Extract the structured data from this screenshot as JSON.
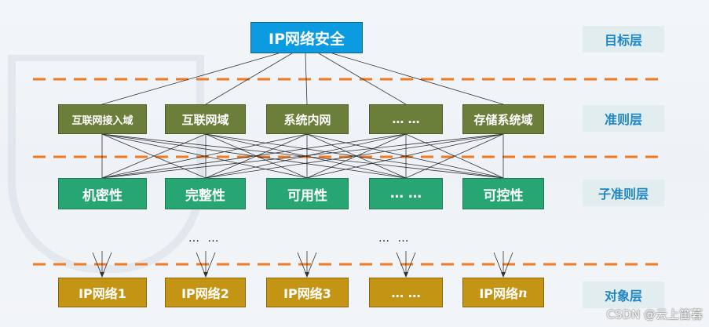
{
  "goal": {
    "label": "IP网络安全"
  },
  "criteria": [
    "互联网接入域",
    "互联网域",
    "系统内网",
    "… …",
    "存储系统域"
  ],
  "sub_criteria": [
    "机密性",
    "完整性",
    "可用性",
    "… …",
    "可控性"
  ],
  "objects": [
    {
      "text": "IP网络1",
      "italic_suffix": ""
    },
    {
      "text": "IP网络2",
      "italic_suffix": ""
    },
    {
      "text": "IP网络3",
      "italic_suffix": ""
    },
    {
      "text": "… …",
      "italic_suffix": ""
    },
    {
      "text": "IP网络",
      "italic_suffix": "n"
    }
  ],
  "between_dots": [
    "… …",
    "… …"
  ],
  "layers": {
    "goal": "目标层",
    "criteria": "准则层",
    "sub_criteria": "子准则层",
    "object": "对象层"
  },
  "watermark": "CSDN @云上笛暮",
  "colors": {
    "goal_box": "#0a9be0",
    "criteria_box": "#6b7f3a",
    "sub_box": "#27a572",
    "object_box": "#c49414",
    "dashed_separator": "#f07a22",
    "layer_label_text": "#1e86c6",
    "layer_label_bg": "#e2edf0"
  }
}
